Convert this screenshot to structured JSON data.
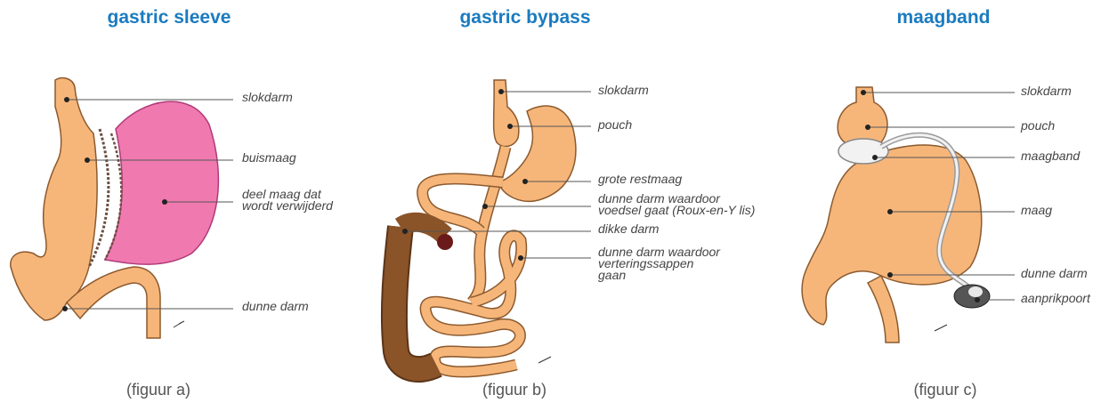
{
  "panels": [
    {
      "title": "gastric sleeve",
      "caption": "(figuur a)",
      "labels": [
        "slokdarm",
        "buismaag",
        "deel maag dat\nwordt verwijderd",
        "dunne darm"
      ]
    },
    {
      "title": "gastric bypass",
      "caption": "(figuur b)",
      "labels": [
        "slokdarm",
        "pouch",
        "grote restmaag",
        "dunne darm waardoor\nvoedsel gaat (Roux-en-Y lis)",
        "dikke darm",
        "dunne darm waardoor\nverteringssappen\ngaan"
      ]
    },
    {
      "title": "maagband",
      "caption": "(figuur c)",
      "labels": [
        "slokdarm",
        "pouch",
        "maagband",
        "maag",
        "dunne darm",
        "aanprikpoort"
      ]
    }
  ],
  "colors": {
    "title": "#1a7bc0",
    "stomach": "#f6b67a",
    "removed": "#f07ab0",
    "colon": "#8a5328",
    "band": "#f2f2f2",
    "port": "#555555"
  }
}
